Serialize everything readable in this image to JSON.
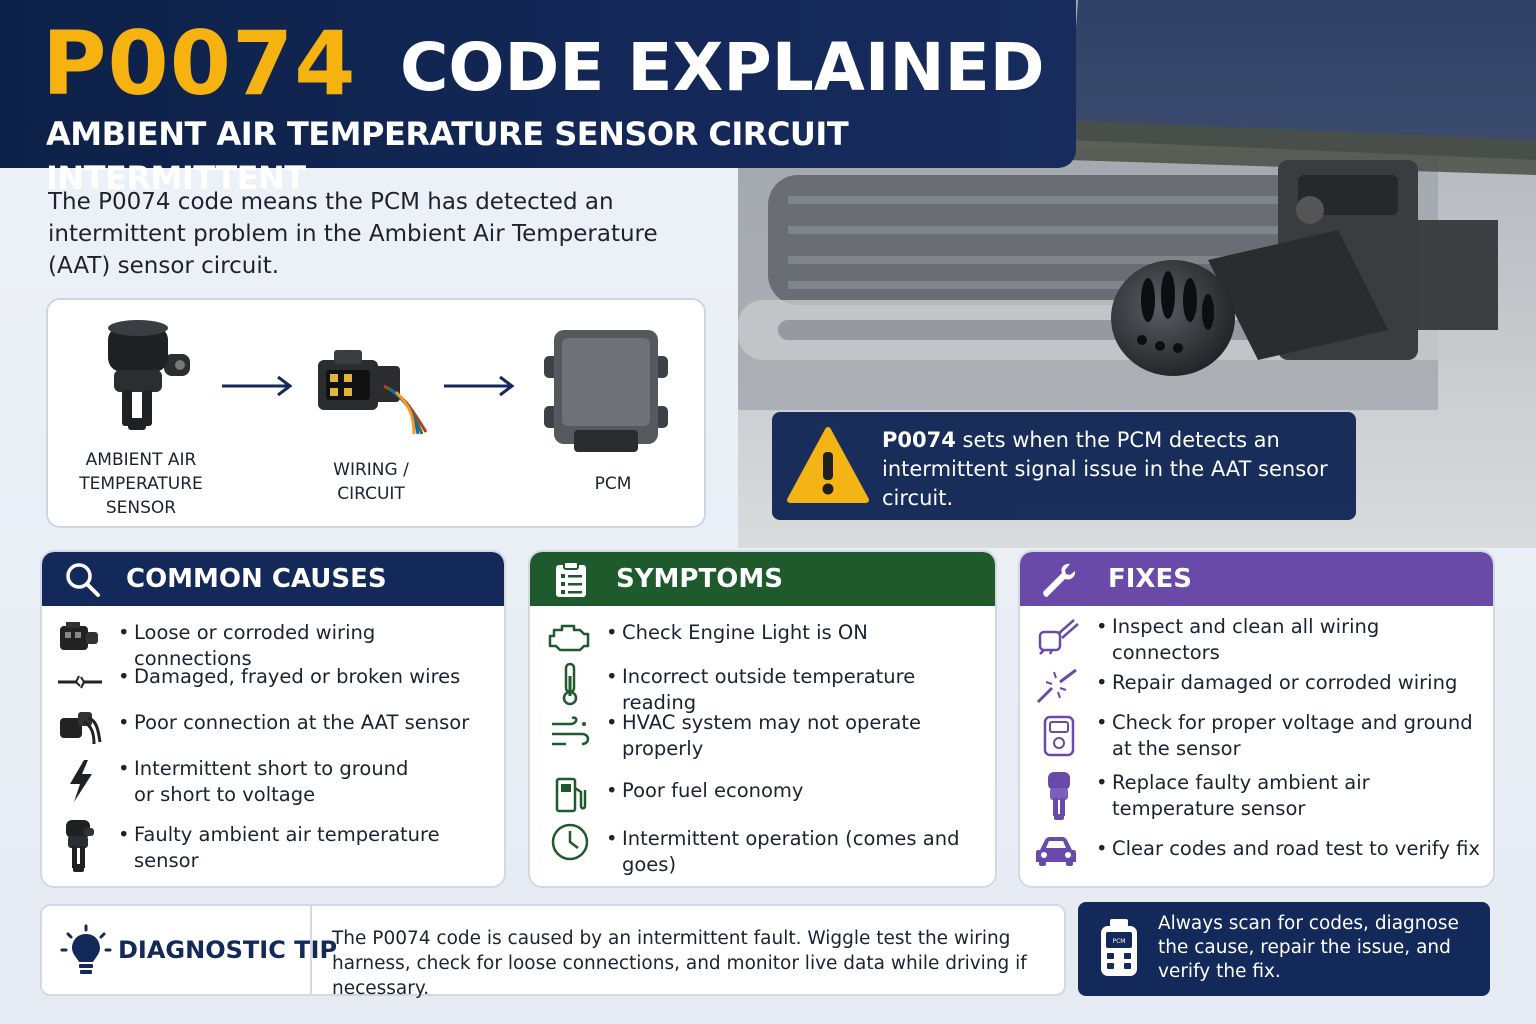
{
  "header": {
    "code": "P0074",
    "title_rest": "CODE EXPLAINED",
    "subtitle": "AMBIENT AIR TEMPERATURE SENSOR CIRCUIT INTERMITTENT"
  },
  "intro": "The P0074 code means the PCM has detected an intermittent problem in the Ambient Air Temperature (AAT) sensor circuit.",
  "flow": {
    "sensor_label": "AMBIENT AIR TEMPERATURE SENSOR",
    "wiring_label": "WIRING / CIRCUIT",
    "pcm_label": "PCM"
  },
  "warning": {
    "code": "P0074",
    "text": " sets when the PCM detects an intermittent signal issue in the AAT sensor circuit."
  },
  "causes": {
    "title": "COMMON CAUSES",
    "items": [
      "Loose or corroded wiring connections",
      "Damaged, frayed or broken wires",
      "Poor connection at the AAT sensor",
      "Intermittent short to ground or short to voltage",
      "Faulty ambient air temperature sensor"
    ]
  },
  "symptoms": {
    "title": "SYMPTOMS",
    "items": [
      "Check Engine Light is ON",
      "Incorrect outside temperature reading",
      "HVAC system may not operate properly",
      "Poor fuel economy",
      "Intermittent operation (comes and goes)"
    ]
  },
  "fixes": {
    "title": "FIXES",
    "items": [
      "Inspect and clean all wiring connectors",
      "Repair damaged or corroded wiring",
      "Check for proper voltage and ground at the sensor",
      "Replace faulty ambient air temperature sensor",
      "Clear codes and road test to verify fix"
    ]
  },
  "tip": {
    "label": "DIAGNOSTIC TIP",
    "text": "The P0074  code is caused by an intermittent fault. Wiggle test the wiring harness, check for loose connections, and monitor live data while driving if  necessary."
  },
  "scan": {
    "text": "Always scan for codes, diagnose the cause, repair the issue, and verify the fix.",
    "device_label": "PCM"
  },
  "colors": {
    "navy": "#13295a",
    "accent_yellow": "#f6b30f",
    "symptoms_green": "#1e5a2b",
    "fixes_purple": "#6a4aa8"
  }
}
